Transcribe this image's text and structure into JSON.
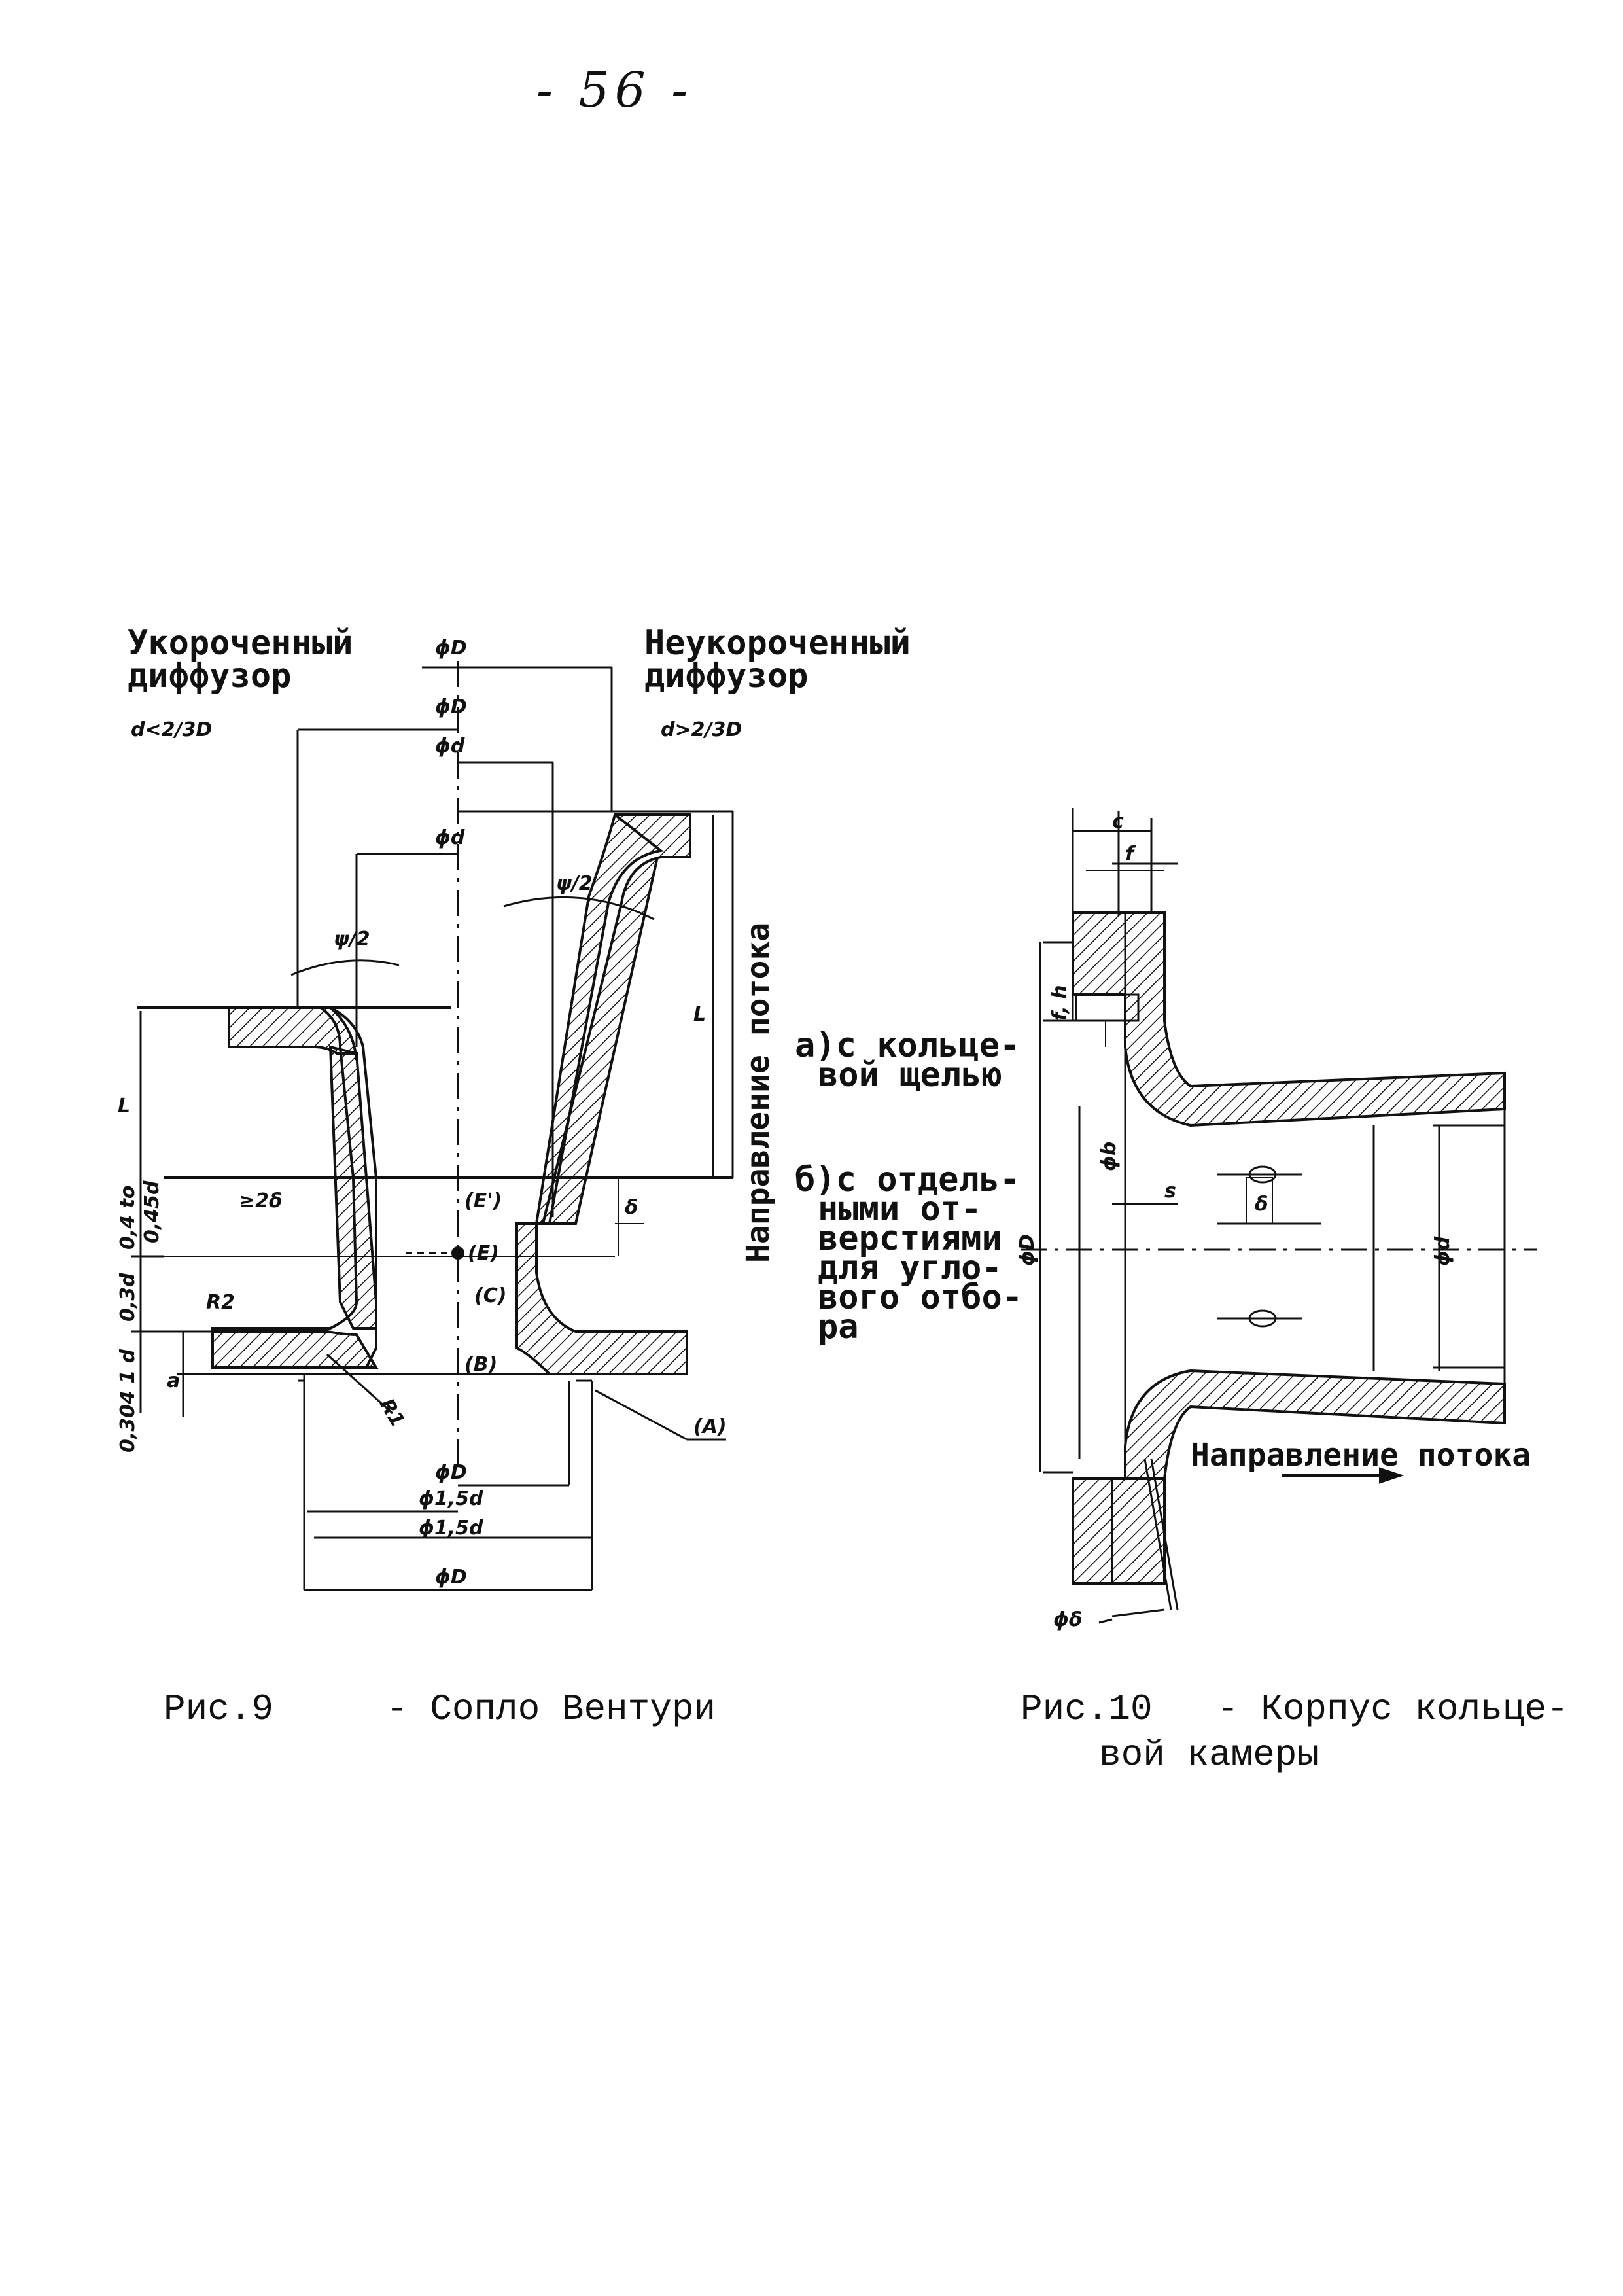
{
  "page_number": "- 56 -",
  "fig9": {
    "label_left_1": "Укороченный",
    "label_left_2": "диффузор",
    "cond_left": "d<2/3D",
    "label_right_1": "Неукороченный",
    "label_right_2": "диффузор",
    "cond_right": "d>2/3D",
    "flow_direction": "Направление потока",
    "dims": {
      "phiD_top": "ϕD",
      "phiD_2": "ϕD",
      "phid_1": "ϕd",
      "phid_2": "ϕd",
      "psi_left": "ψ/2",
      "psi_right": "ψ/2",
      "L_left": "L",
      "L_right": "L",
      "ge2delta": "≥2δ",
      "delta": "δ",
      "E_prime": "(E')",
      "E": "(E)",
      "C": "(C)",
      "B": "(B)",
      "A": "(A)",
      "R1": "R1",
      "R2": "R2",
      "phiD_bottom1": "ϕD",
      "phi15d_1": "ϕ1,5d",
      "phi15d_2": "ϕ1,5d",
      "phiD_bottom2": "ϕD",
      "v_045d": "0,45d",
      "v_04": "0,4 to",
      "v_03d": "0,3d",
      "v_0304": "0,304 1 d",
      "v_a": "a"
    },
    "caption_num": "Рис.9",
    "caption_text": "- Сопло Вентури"
  },
  "fig10": {
    "label_a_1": "а)с кольце-",
    "label_a_2": "вой щелью",
    "label_b_1": "б)с отдель-",
    "label_b_2": "ными от-",
    "label_b_3": "верстиями",
    "label_b_4": "для угло-",
    "label_b_5": "вого отбо-",
    "label_b_6": "ра",
    "flow_direction": "Направление потока",
    "dims": {
      "c": "c",
      "f": "f",
      "f_h": "f, h",
      "phi_b": "ϕb",
      "phi_D": "ϕD",
      "s": "s",
      "delta": "δ",
      "phi_d": "ϕd",
      "phi_delta": "ϕδ"
    },
    "caption_num": "Рис.10",
    "caption_text_1": "- Корпус кольце-",
    "caption_text_2": "вой камеры"
  }
}
